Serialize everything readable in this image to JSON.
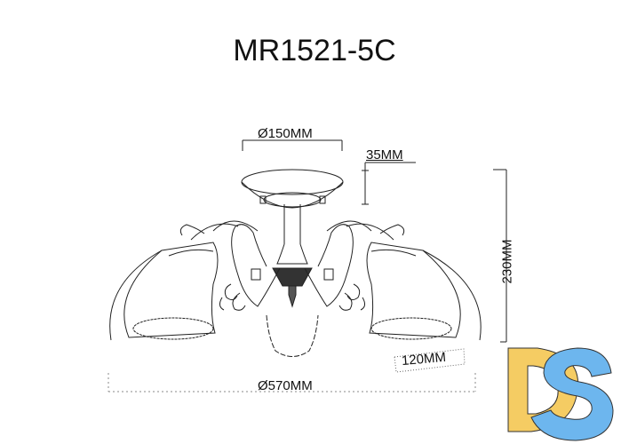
{
  "drawing": {
    "model": "MR1521-5C",
    "dimensions": {
      "canopy_diameter": "Ø150MM",
      "canopy_height": "35MM",
      "total_height": "230MM",
      "shade_height": "120MM",
      "total_diameter": "Ø570MM"
    },
    "subject": "5-arm ceiling chandelier line drawing",
    "logo": {
      "letters": "DS",
      "colors": {
        "d": "#F5CC63",
        "s": "#6DB6EE",
        "outline": "#333333"
      }
    },
    "line_color": "#222222",
    "background": "#FFFFFF"
  }
}
